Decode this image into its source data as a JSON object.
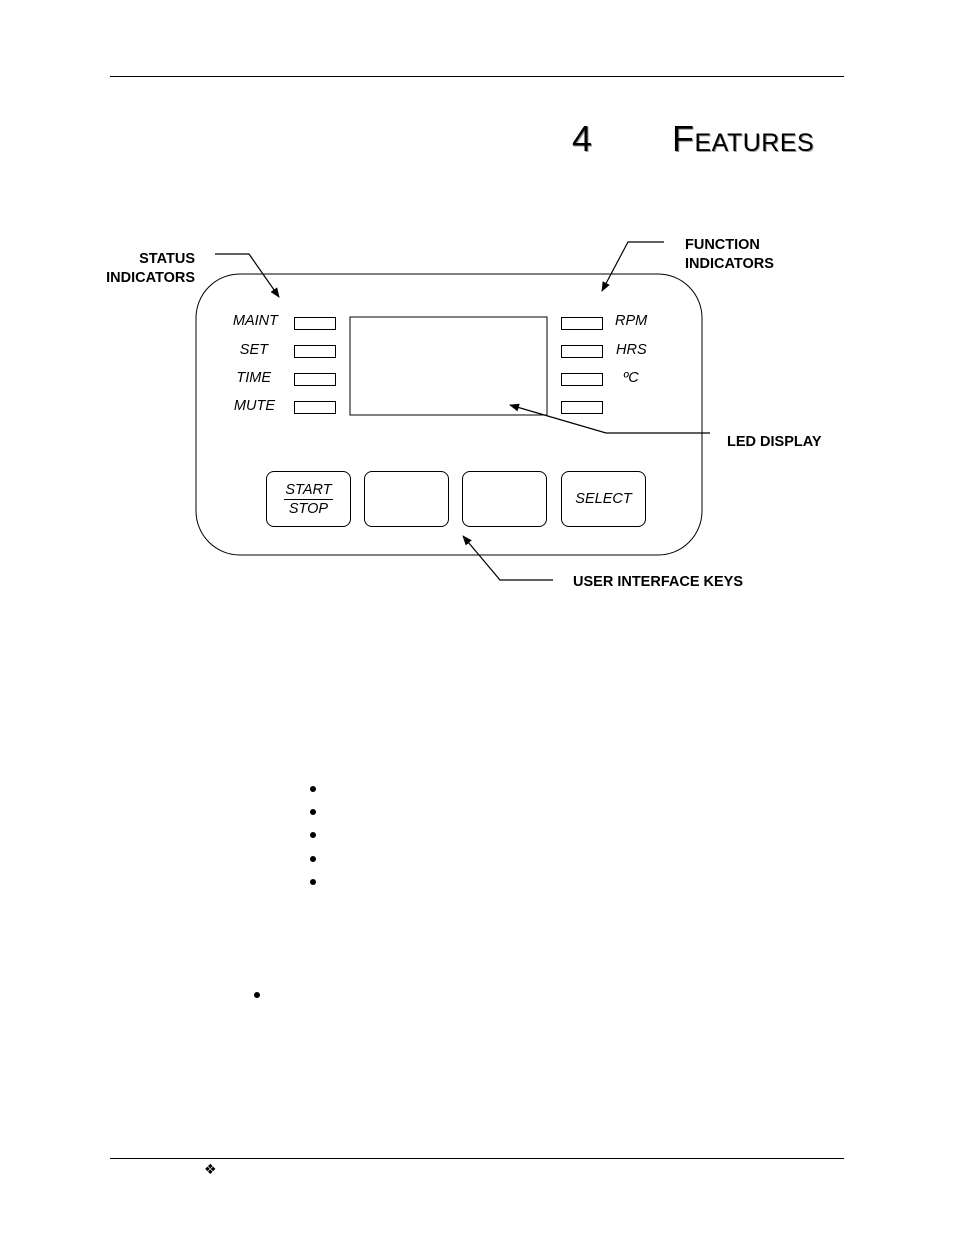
{
  "header": {
    "chapter_number": "4",
    "chapter_title": "Features"
  },
  "diagram": {
    "callouts": {
      "status_line1": "STATUS",
      "status_line2": "INDICATORS",
      "function_line1": "FUNCTION",
      "function_line2": "INDICATORS",
      "led_display": "LED DISPLAY",
      "user_keys": "USER INTERFACE KEYS"
    },
    "status_labels": [
      "MAINT",
      "SET",
      "TIME",
      "MUTE"
    ],
    "function_labels": [
      "RPM",
      "HRS",
      "ºC"
    ],
    "keys": {
      "start": "START",
      "stop": "STOP",
      "select": "SELECT"
    }
  },
  "footer": {
    "glyph": "❖"
  }
}
